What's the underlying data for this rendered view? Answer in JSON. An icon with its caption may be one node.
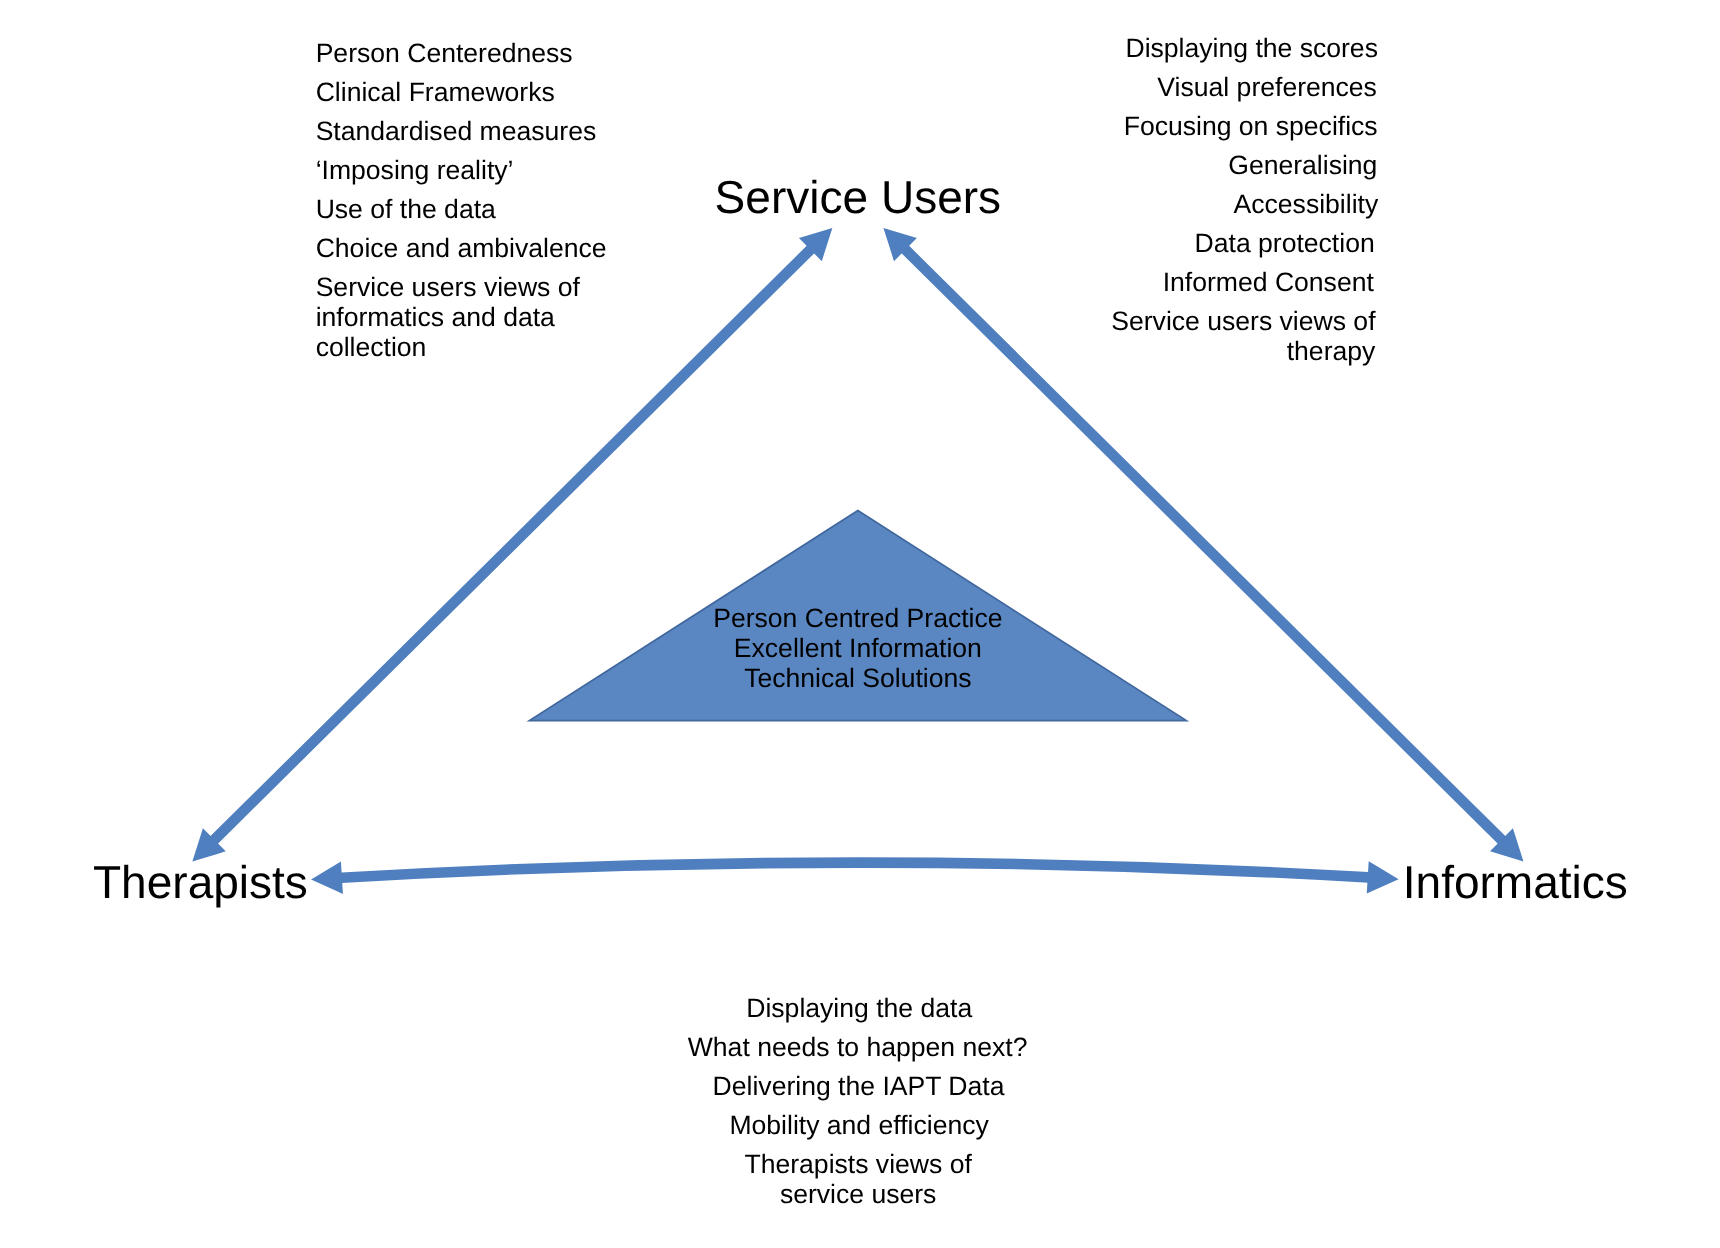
{
  "diagram": {
    "nodes": [
      {
        "text": [
          "Service Users"
        ]
      },
      {
        "text": [
          "Therapists"
        ]
      },
      {
        "text": [
          "Informatics"
        ]
      },
      {
        "text": [
          "Person Centred Practice",
          "Excellent Information",
          "Technical Solutions"
        ]
      }
    ],
    "edges": [
      {
        "from": 1,
        "to": 0,
        "arrow": "both"
      },
      {
        "from": 0,
        "to": 2,
        "arrow": "both"
      },
      {
        "from": 1,
        "to": 2,
        "arrow": "both"
      }
    ],
    "labels": [
      "Person Centeredness",
      "Clinical Frameworks",
      "Standardised measures",
      "‘Imposing reality’",
      "Use of the data",
      "Choice and ambivalence",
      "Service users views of informatics and data collection",
      "Displaying the scores",
      "Visual preferences",
      "Focusing on specifics",
      "Generalising",
      "Accessibility",
      "Data protection",
      "Informed Consent",
      "Service users views of therapy",
      "Displaying the data",
      "What needs to happen next?",
      "Delivering the IAPT Data",
      "Mobility and efficiency",
      "Therapists views of service users"
    ]
  }
}
